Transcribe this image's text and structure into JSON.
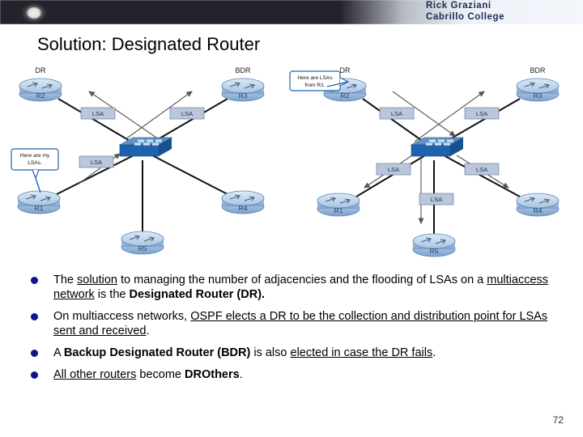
{
  "header": {
    "name_line1": "Rick Graziani",
    "name_line2": "Cabrillo College"
  },
  "title": "Solution: Designated Router",
  "diagrams": {
    "left": {
      "routers": [
        {
          "id": "R2",
          "role": "DR"
        },
        {
          "id": "R3",
          "role": "BDR"
        },
        {
          "id": "R1",
          "role": ""
        },
        {
          "id": "R4",
          "role": ""
        },
        {
          "id": "R5",
          "role": ""
        }
      ],
      "link_labels": [
        "LSA",
        "LSA",
        "LSA"
      ],
      "callout": {
        "line1": "Here are my",
        "line2": "LSAs."
      },
      "switch": "switch-icon"
    },
    "right": {
      "routers": [
        {
          "id": "R2",
          "role": "DR"
        },
        {
          "id": "R3",
          "role": "BDR"
        },
        {
          "id": "R1",
          "role": ""
        },
        {
          "id": "R4",
          "role": ""
        },
        {
          "id": "R5",
          "role": ""
        }
      ],
      "link_labels": [
        "LSA",
        "LSA",
        "LSA",
        "LSA",
        "LSA"
      ],
      "callout": {
        "line1": "Here are LSAs",
        "line2": "from R1."
      },
      "switch": "switch-icon"
    }
  },
  "bullets": [
    {
      "parts": [
        {
          "t": "The ",
          "s": "n"
        },
        {
          "t": "solution",
          "s": "u"
        },
        {
          "t": " to managing the number of adjacencies and the flooding of LSAs on a ",
          "s": "n"
        },
        {
          "t": "multiaccess network",
          "s": "u"
        },
        {
          "t": " is the ",
          "s": "n"
        },
        {
          "t": "Designated Router (DR).",
          "s": "b"
        }
      ]
    },
    {
      "parts": [
        {
          "t": "On multiaccess networks, ",
          "s": "n"
        },
        {
          "t": "OSPF elects a DR to be the collection and distribution point for LSAs sent and received",
          "s": "u"
        },
        {
          "t": ".",
          "s": "n"
        }
      ]
    },
    {
      "parts": [
        {
          "t": "A ",
          "s": "n"
        },
        {
          "t": "Backup Designated Router (BDR)",
          "s": "b"
        },
        {
          "t": " is also ",
          "s": "n"
        },
        {
          "t": "elected in case the DR fails",
          "s": "u"
        },
        {
          "t": ".",
          "s": "n"
        }
      ]
    },
    {
      "parts": [
        {
          "t": "All other routers",
          "s": "u"
        },
        {
          "t": " become ",
          "s": "n"
        },
        {
          "t": "DROthers",
          "s": "b"
        },
        {
          "t": ".",
          "s": "n"
        }
      ]
    }
  ],
  "page_number": "72",
  "colors": {
    "bullet": "#11128c",
    "router_body": "#8fb0d6",
    "switch_body": "#1f63ae",
    "lsa_box": "#b9c6dc",
    "callout_border": "#1f63ae"
  }
}
